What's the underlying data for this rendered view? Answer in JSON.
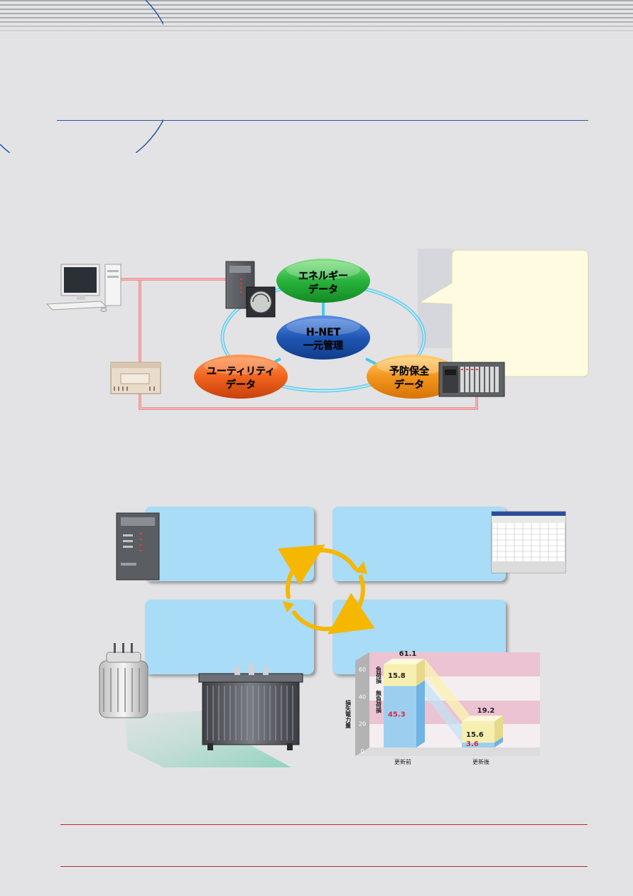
{
  "network_diagram": {
    "center_label_line1": "H-NET",
    "center_label_line2": "一元管理",
    "energy_line1": "エネルギー",
    "energy_line2": "データ",
    "utility_line1": "ユーティリティ",
    "utility_line2": "データ",
    "maintenance_line1": "予防保全",
    "maintenance_line2": "データ",
    "colors": {
      "energy": "#35b543",
      "hnet": "#1f57b4",
      "utility": "#f0641e",
      "maintenance": "#f3961c",
      "link": "#e85a5a"
    }
  },
  "chart_data": {
    "type": "bar",
    "categories": [
      "更新前",
      "更新後"
    ],
    "series": [
      {
        "name": "無負荷損",
        "values": [
          45.3,
          3.6
        ]
      },
      {
        "name": "負荷損",
        "values": [
          15.8,
          15.6
        ]
      }
    ],
    "totals": [
      61.1,
      19.2
    ],
    "ylabel": "損失電力量",
    "yticks": [
      "0",
      "20",
      "40",
      "60"
    ],
    "ylim": [
      0,
      70
    ],
    "stacked": true
  }
}
